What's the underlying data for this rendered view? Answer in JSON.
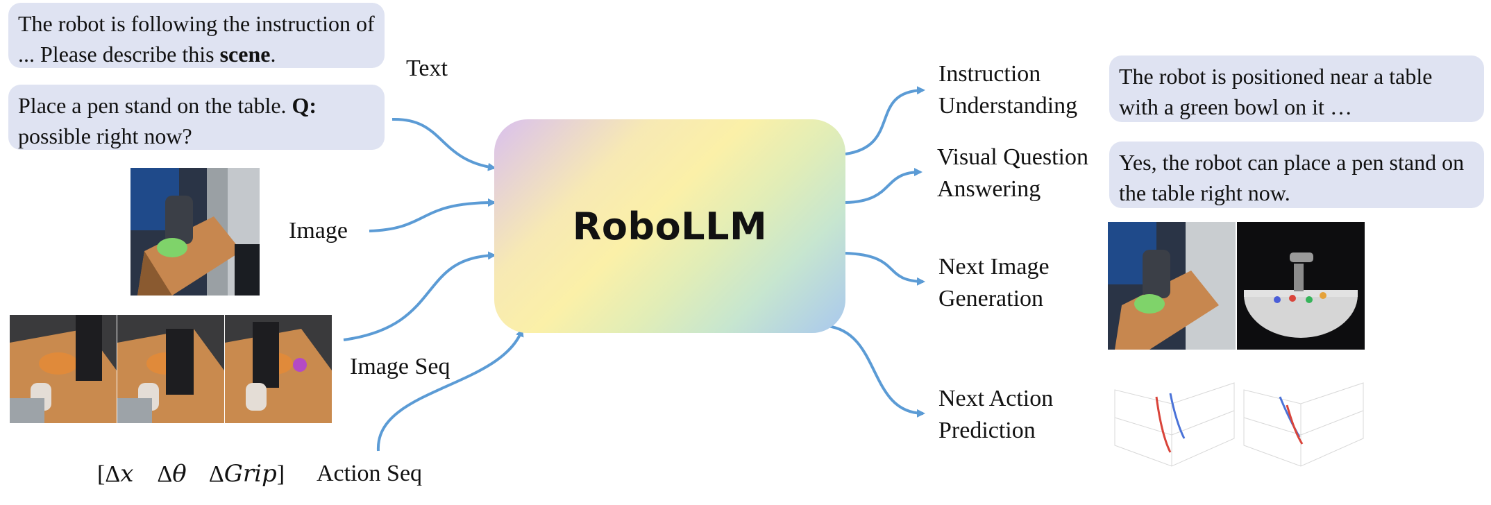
{
  "inputs": {
    "prompt_1": {
      "text_a": "The robot is following the instruction of ... Please describe this ",
      "bold": "scene",
      "text_b": "."
    },
    "prompt_2": {
      "text_a": "Place a pen stand on the table.  ",
      "bold": "Q:",
      "text_b": " possible right now?"
    },
    "labels": {
      "text": "Text",
      "image": "Image",
      "image_seq": "Image Seq",
      "action_seq": "Action Seq"
    },
    "action_tokens": [
      "[Δ",
      "x",
      "Δ",
      "θ",
      "Δ",
      "Grip",
      "]"
    ]
  },
  "core": {
    "title": "RoboLLM"
  },
  "outputs": {
    "instruction_understanding": {
      "label_1": "Instruction",
      "label_2": "Understanding",
      "response": "The robot is positioned near a table with a green bowl on it …"
    },
    "vqa": {
      "label_1": "Visual Question",
      "label_2": "Answering",
      "response": "Yes, the robot can place a pen stand on the table right now."
    },
    "next_image": {
      "label_1": "Next Image",
      "label_2": "Generation"
    },
    "next_action": {
      "label_1": "Next Action",
      "label_2": "Prediction"
    }
  },
  "colors": {
    "arrow": "#5b9bd5",
    "bubble": "#dfe3f2"
  }
}
